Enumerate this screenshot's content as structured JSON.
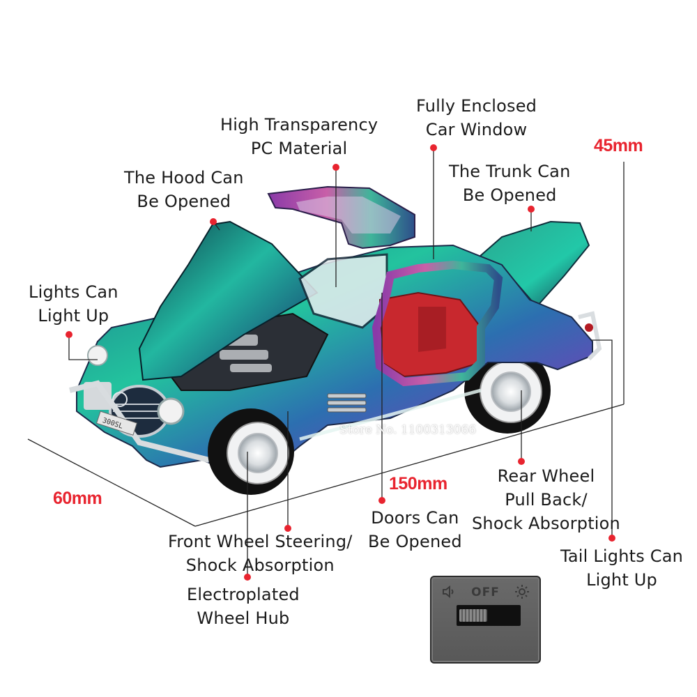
{
  "features": [
    {
      "id": "high-transparency",
      "lines": [
        "High Transparency",
        "PC Material"
      ]
    },
    {
      "id": "fully-enclosed-window",
      "lines": [
        "Fully Enclosed",
        "Car Window"
      ]
    },
    {
      "id": "hood-opens",
      "lines": [
        "The Hood Can",
        "Be Opened"
      ]
    },
    {
      "id": "trunk-opens",
      "lines": [
        "The Trunk Can",
        "Be Opened"
      ]
    },
    {
      "id": "lights-light-up",
      "lines": [
        "Lights Can",
        "Light Up"
      ]
    },
    {
      "id": "rear-wheel",
      "lines": [
        "Rear Wheel",
        "Pull Back/",
        "Shock Absorption"
      ]
    },
    {
      "id": "doors-open",
      "lines": [
        "Doors Can",
        "Be Opened"
      ]
    },
    {
      "id": "front-wheel",
      "lines": [
        "Front Wheel Steering/",
        "Shock Absorption"
      ]
    },
    {
      "id": "tail-lights",
      "lines": [
        "Tail Lights Can",
        "Light Up"
      ]
    },
    {
      "id": "wheel-hub",
      "lines": [
        "Electroplated",
        "Wheel Hub"
      ]
    }
  ],
  "dimensions": {
    "height": "45mm",
    "length": "150mm",
    "width": "60mm"
  },
  "watermark": "Store No. 1100313066",
  "switch": {
    "label": "OFF",
    "left_icon": "speaker-icon",
    "right_icon": "light-icon"
  },
  "colors": {
    "accent": "#e8242f",
    "text": "#1a1a1a",
    "car_teal": "#1fb6a0",
    "car_purple": "#6a3fb0",
    "interior_red": "#c8282e"
  },
  "plate": "300SL"
}
